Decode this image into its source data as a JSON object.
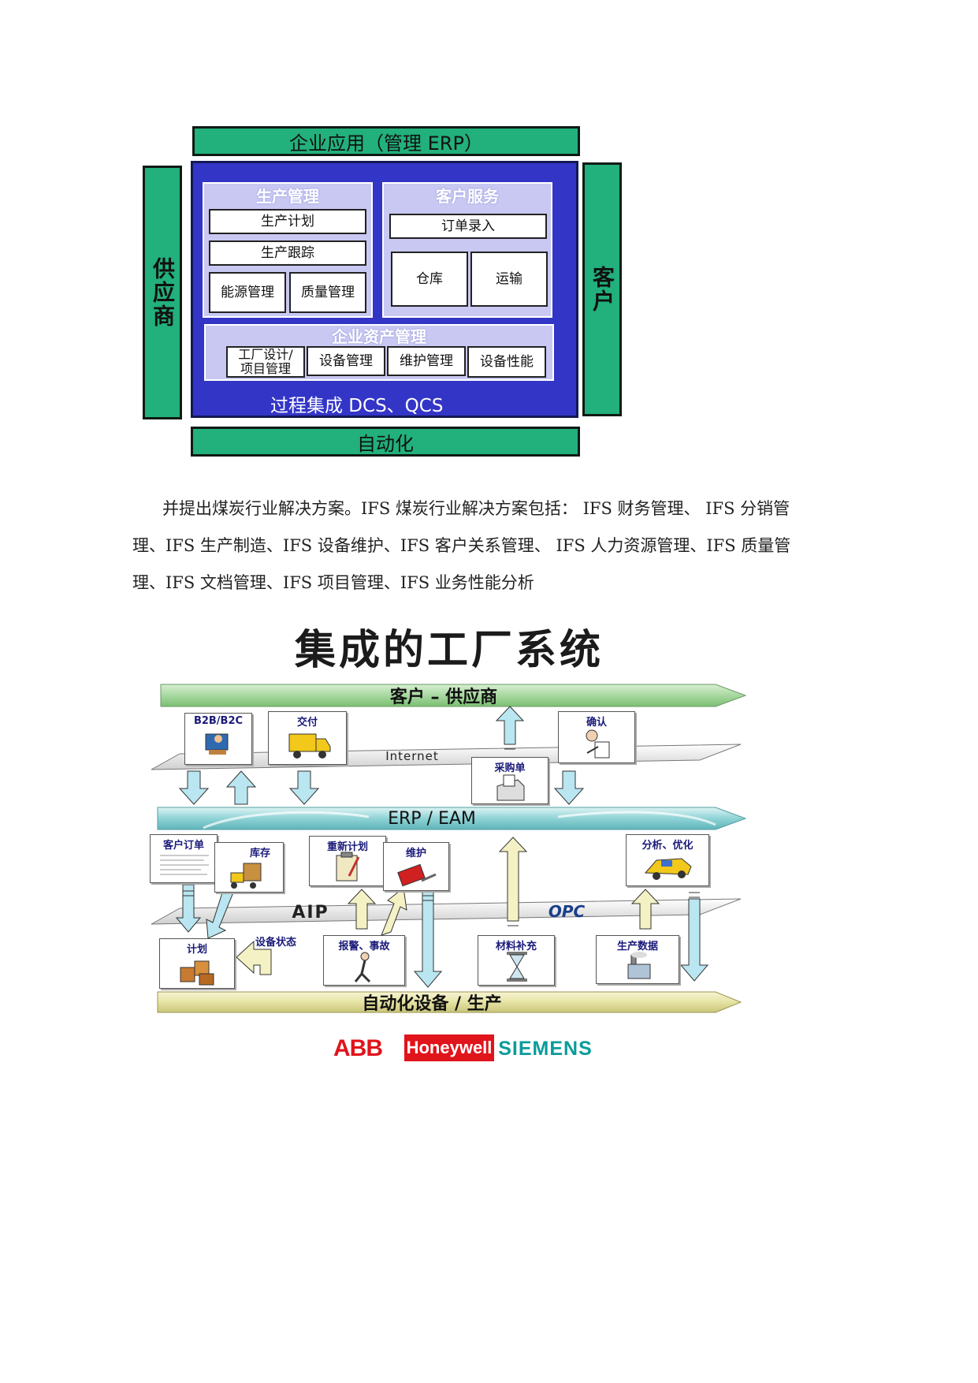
{
  "diagram1": {
    "top_bar": "企业应用（管理 ERP）",
    "left_column": "供应商",
    "right_column": "客户",
    "bottom_bar": "自动化",
    "production": {
      "title": "生产管理",
      "plan": "生产计划",
      "tracking": "生产跟踪",
      "energy": "能源管理",
      "quality": "质量管理"
    },
    "customer_service": {
      "title": "客户服务",
      "order_entry": "订单录入",
      "warehouse": "仓库",
      "transport": "运输"
    },
    "asset": {
      "title": "企业资产管理",
      "design_line1": "工厂设计/",
      "design_line2": "项目管理",
      "equipment": "设备管理",
      "maintenance": "维护管理",
      "performance": "设备性能"
    },
    "process_integration": "过程集成 DCS、QCS"
  },
  "paragraph": {
    "line1": "并提出煤炭行业解决方案。IFS 煤炭行业解决方案包括： IFS 财务管理、 IFS 分销管",
    "line2": "理、IFS 生产制造、IFS 设备维护、IFS 客户关系管理、 IFS 人力资源管理、IFS 质量管",
    "line3": "理、IFS 文档管理、IFS 项目管理、IFS 业务性能分析"
  },
  "diagram2": {
    "title": "集成的工厂系统",
    "bands": {
      "top": "客户 – 供应商",
      "internet": "Internet",
      "erp": "ERP / EAM",
      "aip": "AIP",
      "bottom": "自动化设备 / 生产"
    },
    "cards": {
      "b2b": "B2B/B2C",
      "delivery": "交付",
      "confirm": "确认",
      "purchase_order": "采购单",
      "customer_order": "客户订单",
      "inventory": "库存",
      "replan": "重新计划",
      "maintenance": "维护",
      "analysis": "分析、优化",
      "plan": "计划",
      "alarm": "报警、事故",
      "material": "材料补充",
      "production_data": "生产数据"
    },
    "equipment_status": "设备状态",
    "opc": "OPC",
    "logos": {
      "abb": "ABB",
      "honeywell": "Honeywell",
      "siemens": "SIEMENS"
    },
    "colors": {
      "band_green": "#a8d8a0",
      "band_teal": "#8fd3d6",
      "band_yellow": "#e6e3a4",
      "arrow_blue": "#b9e6f0",
      "arrow_yellow": "#f4f1c4"
    }
  }
}
